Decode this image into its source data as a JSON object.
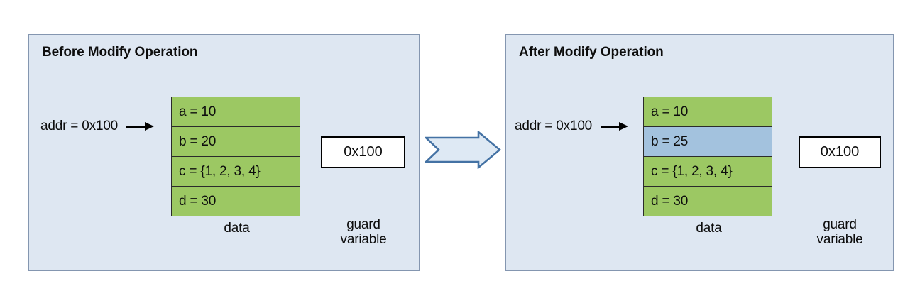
{
  "colors": {
    "panel_bg": "#DEE7F2",
    "panel_border": "#8496B0",
    "struct_green": "#9CC863",
    "struct_blue_highlight": "#A3C2DE",
    "struct_border": "#2b2b2b",
    "guard_border": "#000000",
    "guard_fill": "#ffffff",
    "arrow_fill": "#DEE9F4",
    "arrow_stroke": "#4472A4",
    "text": "#0d0d0d"
  },
  "panels": [
    {
      "id": "before",
      "title": "Before Modify Operation",
      "pointer": {
        "label": "addr = 0x100",
        "icon": "arrow-right-icon"
      },
      "struct": {
        "caption": "data",
        "fields": [
          {
            "text": "a = 10",
            "state": "green"
          },
          {
            "text": "b = 20",
            "state": "green"
          },
          {
            "text": "c = {1, 2, 3, 4}",
            "state": "green"
          },
          {
            "text": "d = 30",
            "state": "green"
          }
        ]
      },
      "guard": {
        "value": "0x100",
        "caption_line1": "guard",
        "caption_line2": "variable"
      }
    },
    {
      "id": "after",
      "title": "After Modify Operation",
      "pointer": {
        "label": "addr = 0x100",
        "icon": "arrow-right-icon"
      },
      "struct": {
        "caption": "data",
        "fields": [
          {
            "text": "a = 10",
            "state": "green"
          },
          {
            "text": "b = 25",
            "state": "blue"
          },
          {
            "text": "c = {1, 2, 3, 4}",
            "state": "green"
          },
          {
            "text": "d = 30",
            "state": "green"
          }
        ]
      },
      "guard": {
        "value": "0x100",
        "caption_line1": "guard",
        "caption_line2": "variable"
      }
    }
  ],
  "transition": {
    "icon": "block-arrow-right-icon",
    "direction": "right"
  }
}
